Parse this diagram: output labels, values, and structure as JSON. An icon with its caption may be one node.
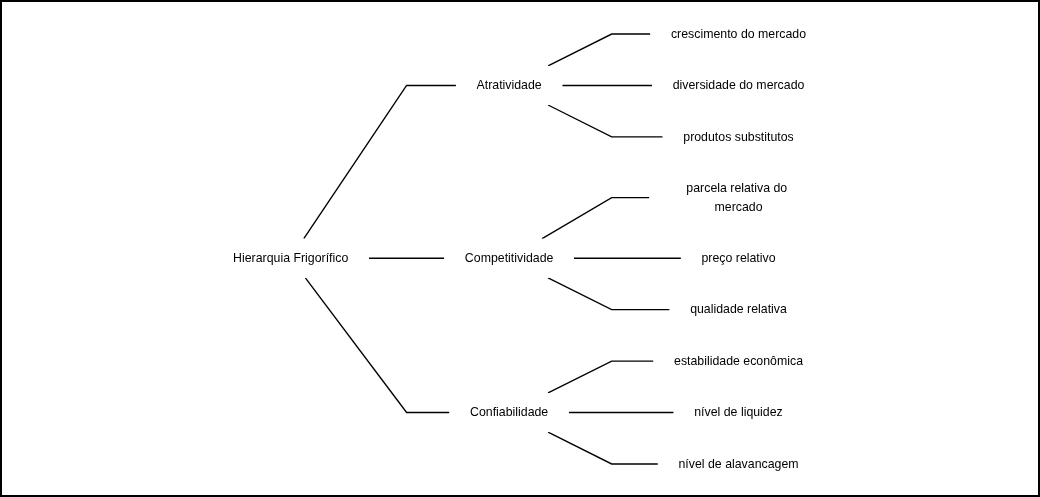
{
  "diagram": {
    "nodes": [
      {
        "text": [
          "Hierarquia Frigorífico"
        ]
      },
      {
        "text": [
          "Atratividade"
        ]
      },
      {
        "text": [
          "Competitividade"
        ]
      },
      {
        "text": [
          "Confiabilidade"
        ]
      },
      {
        "text": [
          "crescimento do mercado"
        ]
      },
      {
        "text": [
          "diversidade do mercado"
        ]
      },
      {
        "text": [
          "produtos substitutos"
        ]
      },
      {
        "text": [
          "parcela relativa do mercado"
        ]
      },
      {
        "text": [
          "preço relativo"
        ]
      },
      {
        "text": [
          "qualidade relativa"
        ]
      },
      {
        "text": [
          "estabilidade econômica"
        ]
      },
      {
        "text": [
          "nível de liquidez"
        ]
      },
      {
        "text": [
          "nível de alavancagem"
        ]
      }
    ],
    "edges": [
      {
        "from": 0,
        "to": 1,
        "arrow": "none"
      },
      {
        "from": 0,
        "to": 2,
        "arrow": "none"
      },
      {
        "from": 0,
        "to": 3,
        "arrow": "none"
      },
      {
        "from": 1,
        "to": 4,
        "arrow": "none"
      },
      {
        "from": 1,
        "to": 5,
        "arrow": "none"
      },
      {
        "from": 1,
        "to": 6,
        "arrow": "none"
      },
      {
        "from": 2,
        "to": 7,
        "arrow": "none"
      },
      {
        "from": 2,
        "to": 8,
        "arrow": "none"
      },
      {
        "from": 2,
        "to": 9,
        "arrow": "none"
      },
      {
        "from": 3,
        "to": 10,
        "arrow": "none"
      },
      {
        "from": 3,
        "to": 11,
        "arrow": "none"
      },
      {
        "from": 3,
        "to": 12,
        "arrow": "none"
      }
    ]
  }
}
